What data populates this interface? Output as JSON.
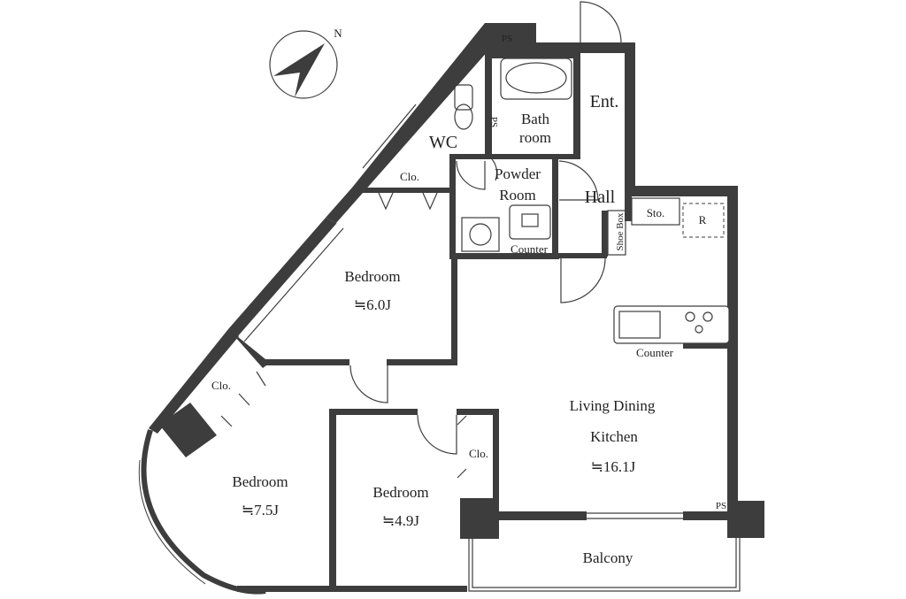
{
  "compass": {
    "north_label": "N",
    "icon": "compass-north-icon"
  },
  "rooms": {
    "ps_top": "PS",
    "bath": {
      "line1": "Bath",
      "line2": "room"
    },
    "ps_bath": "PS",
    "entrance": "Ent.",
    "wc": "WC",
    "closet_upper": "Clo.",
    "powder": {
      "line1": "Powder",
      "line2": "Room"
    },
    "hall": "Hall",
    "storage": "Sto.",
    "refrigerator": "R",
    "shoe_box": "Shoe Box",
    "counter_powder": "Counter",
    "bedroom1": {
      "name": "Bedroom",
      "size": "≒6.0J"
    },
    "counter_kitchen": "Counter",
    "closet_left": "Clo.",
    "ldk": {
      "line1": "Living Dining",
      "line2": "Kitchen",
      "size": "≒16.1J"
    },
    "closet_mid": "Clo.",
    "bedroom2": {
      "name": "Bedroom",
      "size": "≒7.5J"
    },
    "bedroom3": {
      "name": "Bedroom",
      "size": "≒4.9J"
    },
    "ps_ldk": "PS",
    "balcony": "Balcony"
  },
  "colors": {
    "wall": "#3d3d3d",
    "line": "#3d3d3d",
    "background": "#ffffff"
  }
}
